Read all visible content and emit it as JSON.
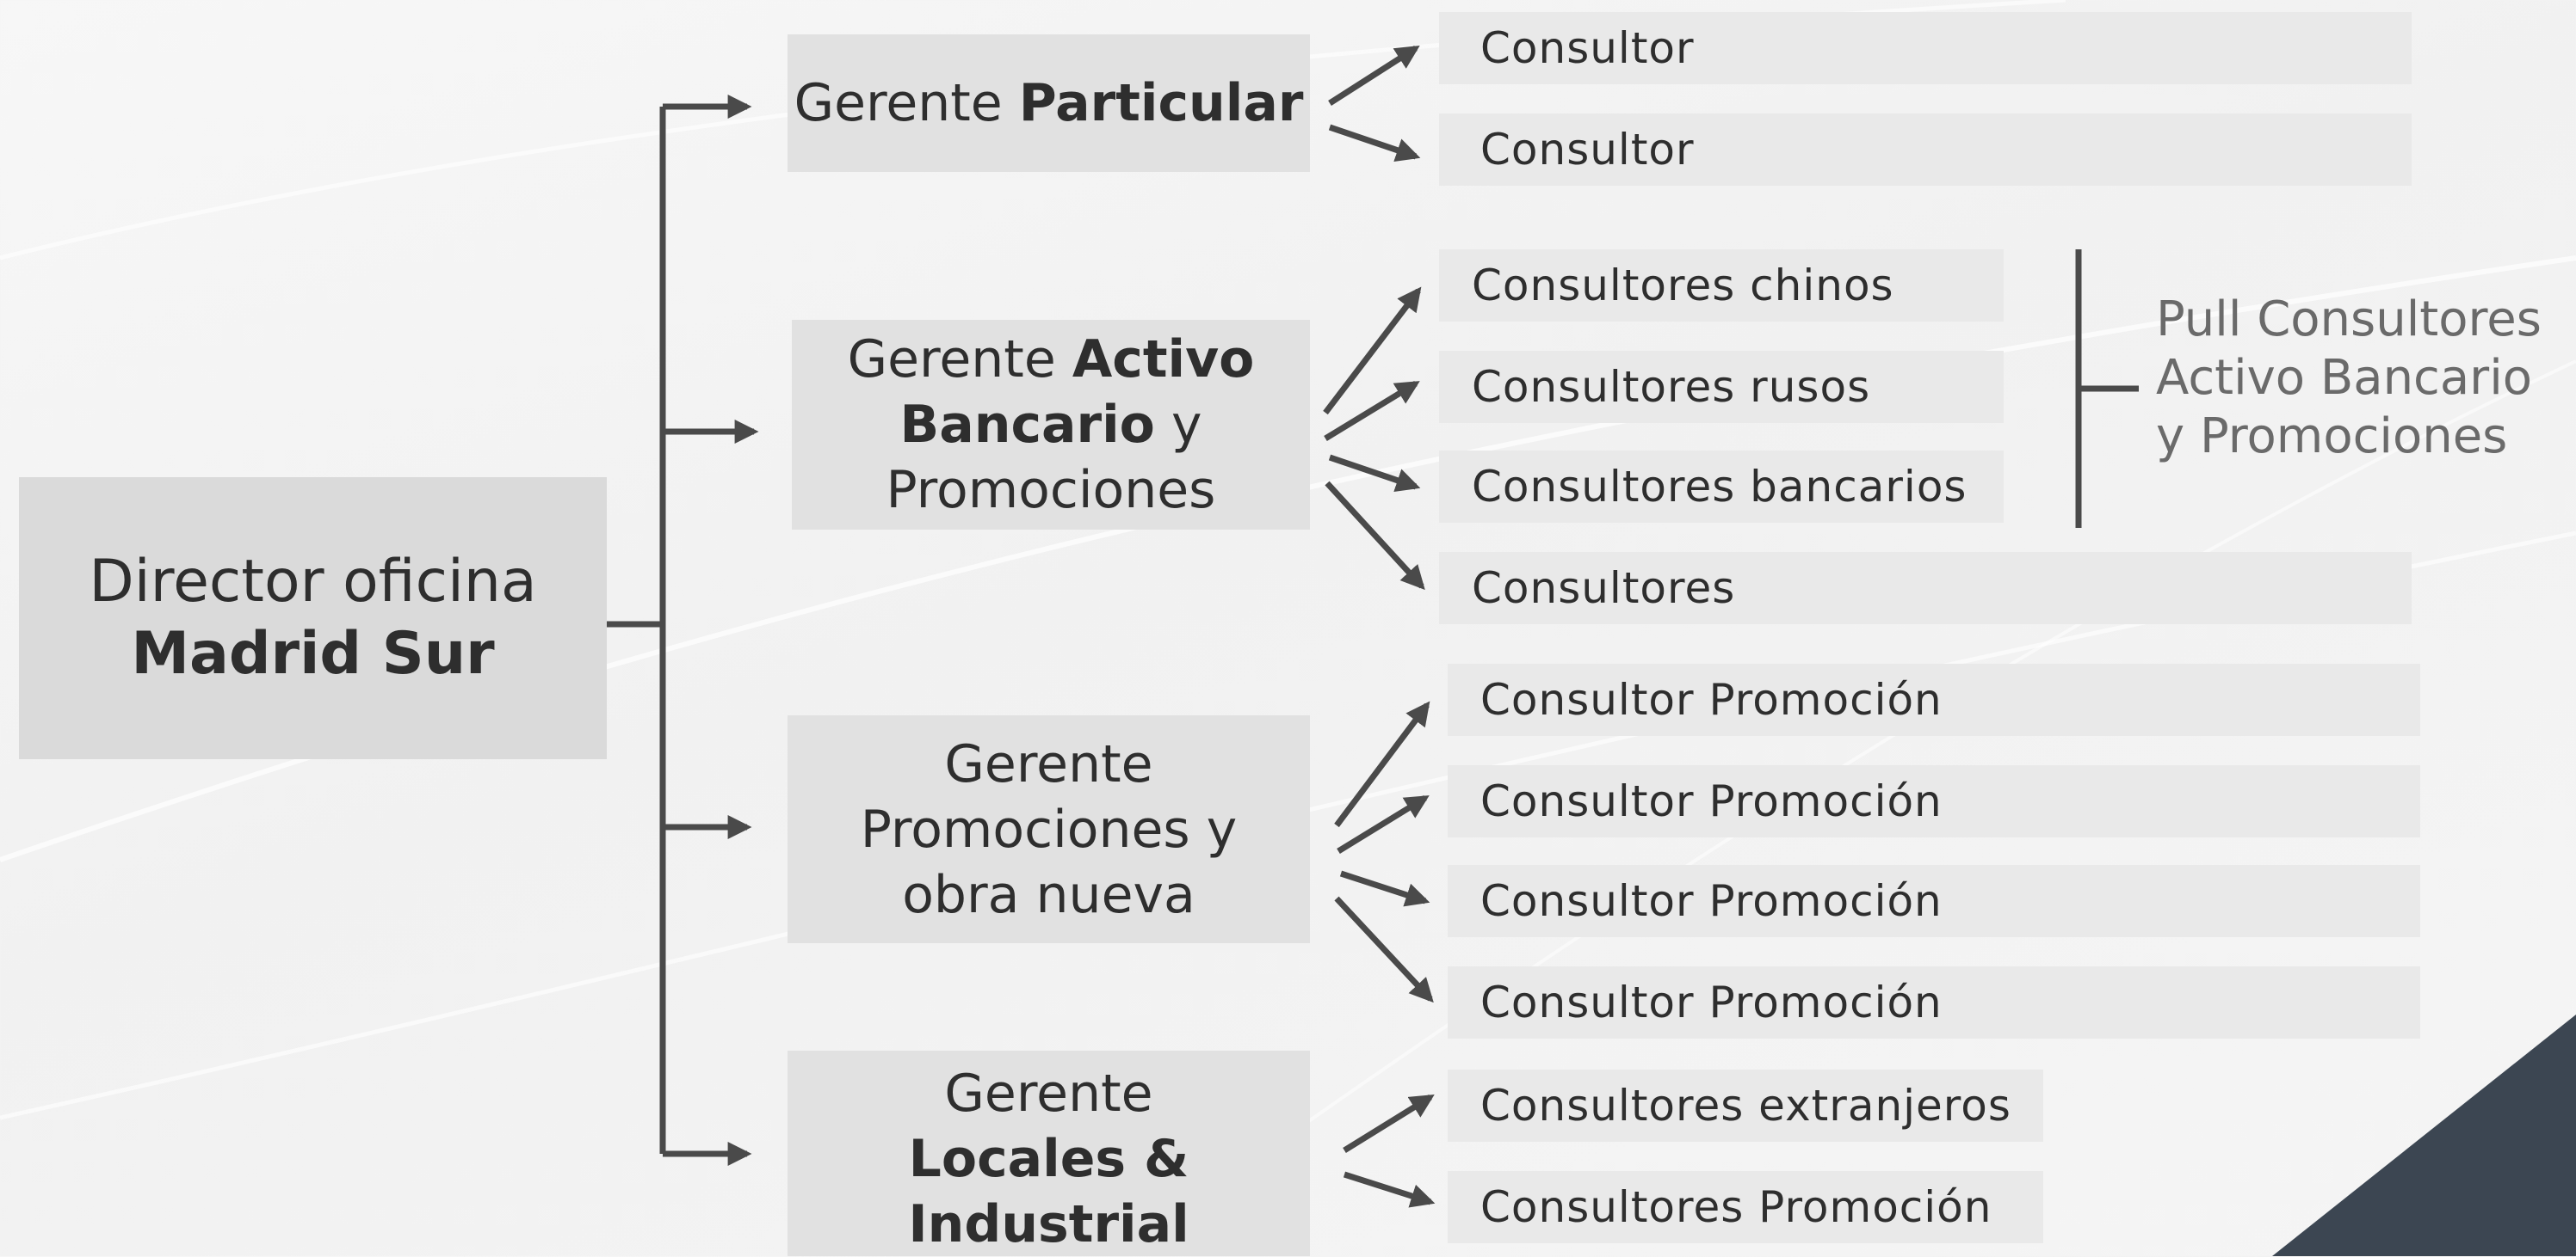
{
  "director": {
    "line1": "Director oficina",
    "line2": "Madrid Sur"
  },
  "managers": {
    "particular": {
      "a": "Gerente ",
      "b": "Particular"
    },
    "activo": {
      "l1a": "Gerente ",
      "l1b": "Activo",
      "l2a": "Bancario",
      "l2b": " y",
      "l3": "Promociones"
    },
    "promociones": {
      "l1": "Gerente",
      "l2": "Promociones y",
      "l3": "obra nueva"
    },
    "locales": {
      "l1": "Gerente",
      "l2": "Locales &",
      "l3": "Industrial"
    }
  },
  "leaves": {
    "particular": [
      "Consultor",
      "Consultor"
    ],
    "activo": [
      "Consultores chinos",
      "Consultores rusos",
      "Consultores bancarios",
      "Consultores"
    ],
    "promociones": [
      "Consultor Promoción",
      "Consultor Promoción",
      "Consultor Promoción",
      "Consultor Promoción"
    ],
    "locales": [
      "Consultores extranjeros",
      "Consultores Promoción"
    ]
  },
  "pull": {
    "line1": "Pull Consultores",
    "line2": "Activo Bancario",
    "line3": "y Promociones"
  },
  "colors": {
    "connector": "#4a4a4a",
    "box": "#dcdcdc",
    "leaf": "#e9e9e9"
  }
}
